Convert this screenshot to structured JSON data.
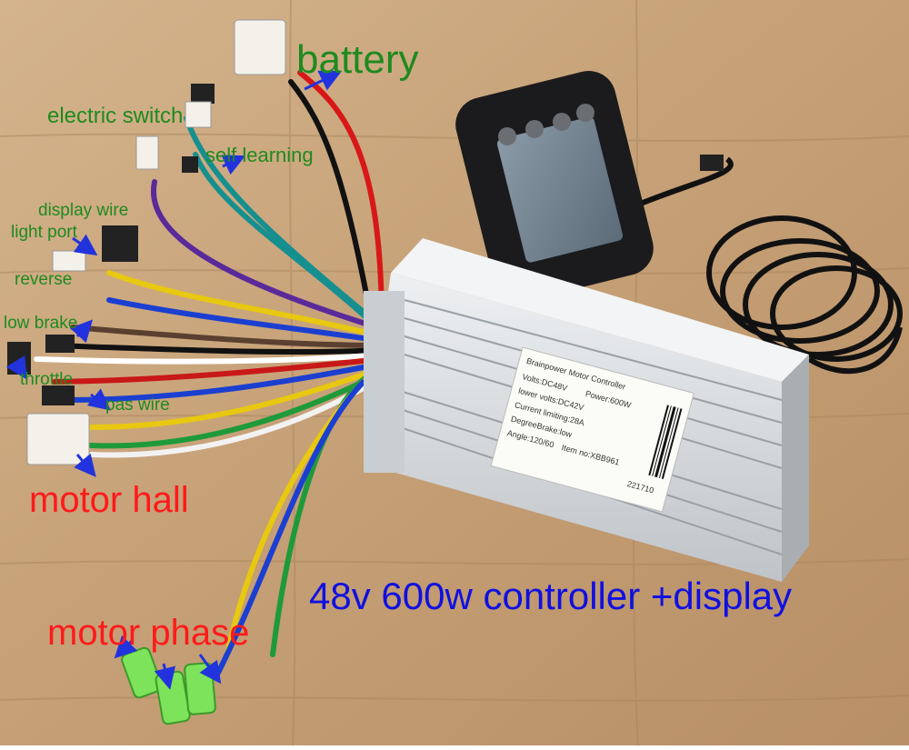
{
  "labels": {
    "battery": "battery",
    "electric_switch": "electric switch",
    "self_learning": "self learning",
    "display_wire": "display wire",
    "light_port": "light port",
    "reverse": "reverse",
    "low_brake": "low brake",
    "throttle": "throttle",
    "pas_wire": "pas wire",
    "motor_hall": "motor hall",
    "motor_phase": "motor phase",
    "headline": "48v 600w controller +display"
  },
  "sticker": {
    "title": "Brainpower Motor Controller",
    "volts": "Volts:DC48V",
    "power": "Power:600W",
    "lower_volts": "lower volts:DC42V",
    "current_limiting": "Current limiting:28A",
    "degree_brake": "DegreeBrake:low",
    "angle": "Angle:120/60",
    "item_no": "Item no:XBB961",
    "barcode_number": "221710"
  },
  "colors": {
    "wood": "#c8a57e",
    "label_green": "#1f8a1f",
    "label_red": "#ff1a1a",
    "label_blue": "#1010e0",
    "arrow_blue": "#2233dd",
    "aluminum": "#d8dcdf"
  }
}
